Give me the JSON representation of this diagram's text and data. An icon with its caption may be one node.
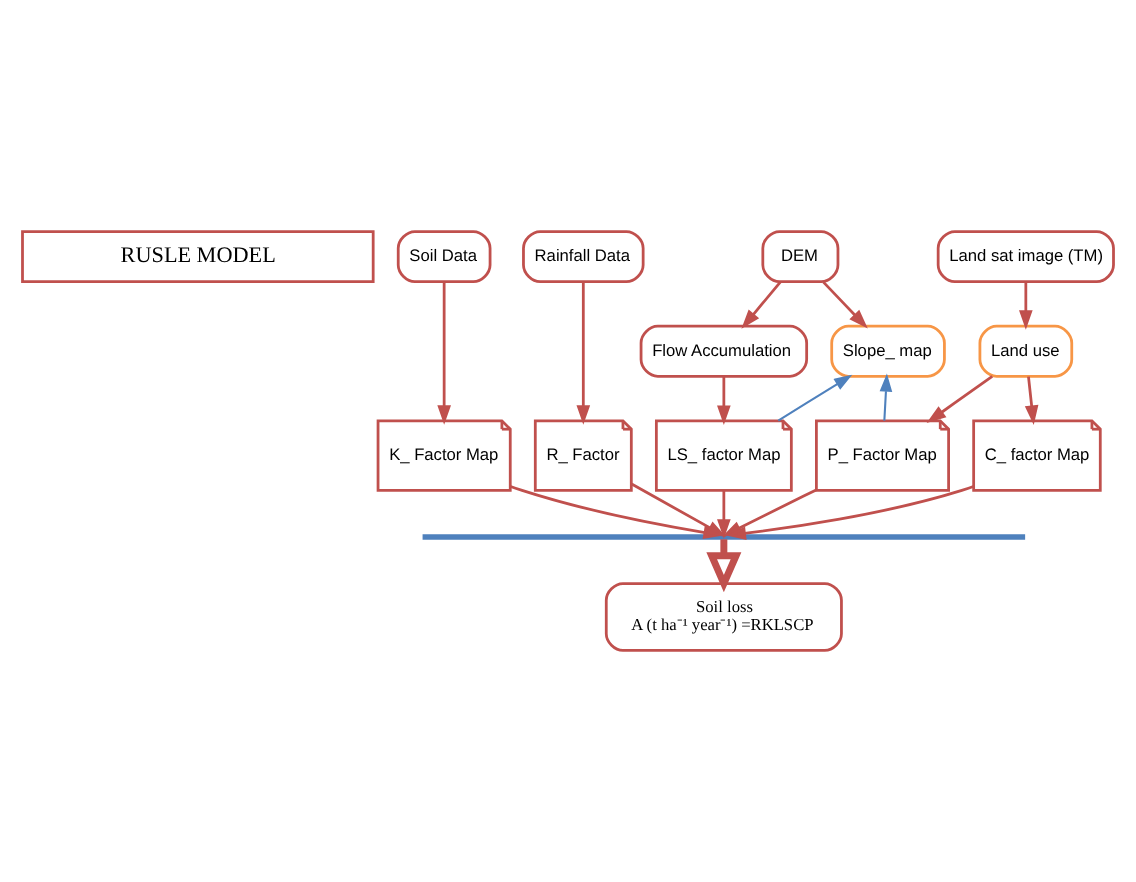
{
  "diagram": {
    "nodes": [
      {
        "text": [
          "RUSLE MODEL"
        ]
      },
      {
        "text": [
          "Soil Data"
        ]
      },
      {
        "text": [
          "Rainfall Data"
        ]
      },
      {
        "text": [
          "DEM"
        ]
      },
      {
        "text": [
          "Land sat image (TM)"
        ]
      },
      {
        "text": [
          "Flow Accumulation"
        ]
      },
      {
        "text": [
          "Slope_ map"
        ]
      },
      {
        "text": [
          "Land use"
        ]
      },
      {
        "text": [
          "K_ Factor Map"
        ]
      },
      {
        "text": [
          "R_ Factor"
        ]
      },
      {
        "text": [
          "LS_ factor Map"
        ]
      },
      {
        "text": [
          "P_ Factor Map"
        ]
      },
      {
        "text": [
          "C_ factor Map"
        ]
      },
      {
        "text": [],
        "shape": "bar"
      },
      {
        "text": [
          "Soil loss",
          "A (t ha⁻¹ year⁻¹) =RKLSCP"
        ]
      }
    ],
    "edges": [
      {
        "from": 1,
        "to": 8,
        "arrow": "to"
      },
      {
        "from": 2,
        "to": 9,
        "arrow": "to"
      },
      {
        "from": 3,
        "to": 5,
        "arrow": "to"
      },
      {
        "from": 3,
        "to": 6,
        "arrow": "to"
      },
      {
        "from": 4,
        "to": 7,
        "arrow": "to"
      },
      {
        "from": 5,
        "to": 10,
        "arrow": "to"
      },
      {
        "from": 10,
        "to": 6,
        "arrow": "to",
        "color": "#4f81bd"
      },
      {
        "from": 11,
        "to": 6,
        "arrow": "to",
        "color": "#4f81bd"
      },
      {
        "from": 7,
        "to": 11,
        "arrow": "to"
      },
      {
        "from": 7,
        "to": 12,
        "arrow": "to"
      },
      {
        "from": 8,
        "to": 13,
        "arrow": "to"
      },
      {
        "from": 9,
        "to": 13,
        "arrow": "to"
      },
      {
        "from": 10,
        "to": 13,
        "arrow": "to"
      },
      {
        "from": 11,
        "to": 13,
        "arrow": "to"
      },
      {
        "from": 12,
        "to": 13,
        "arrow": "to"
      },
      {
        "from": 13,
        "to": 14,
        "arrow": "to",
        "style": "thick"
      }
    ]
  }
}
